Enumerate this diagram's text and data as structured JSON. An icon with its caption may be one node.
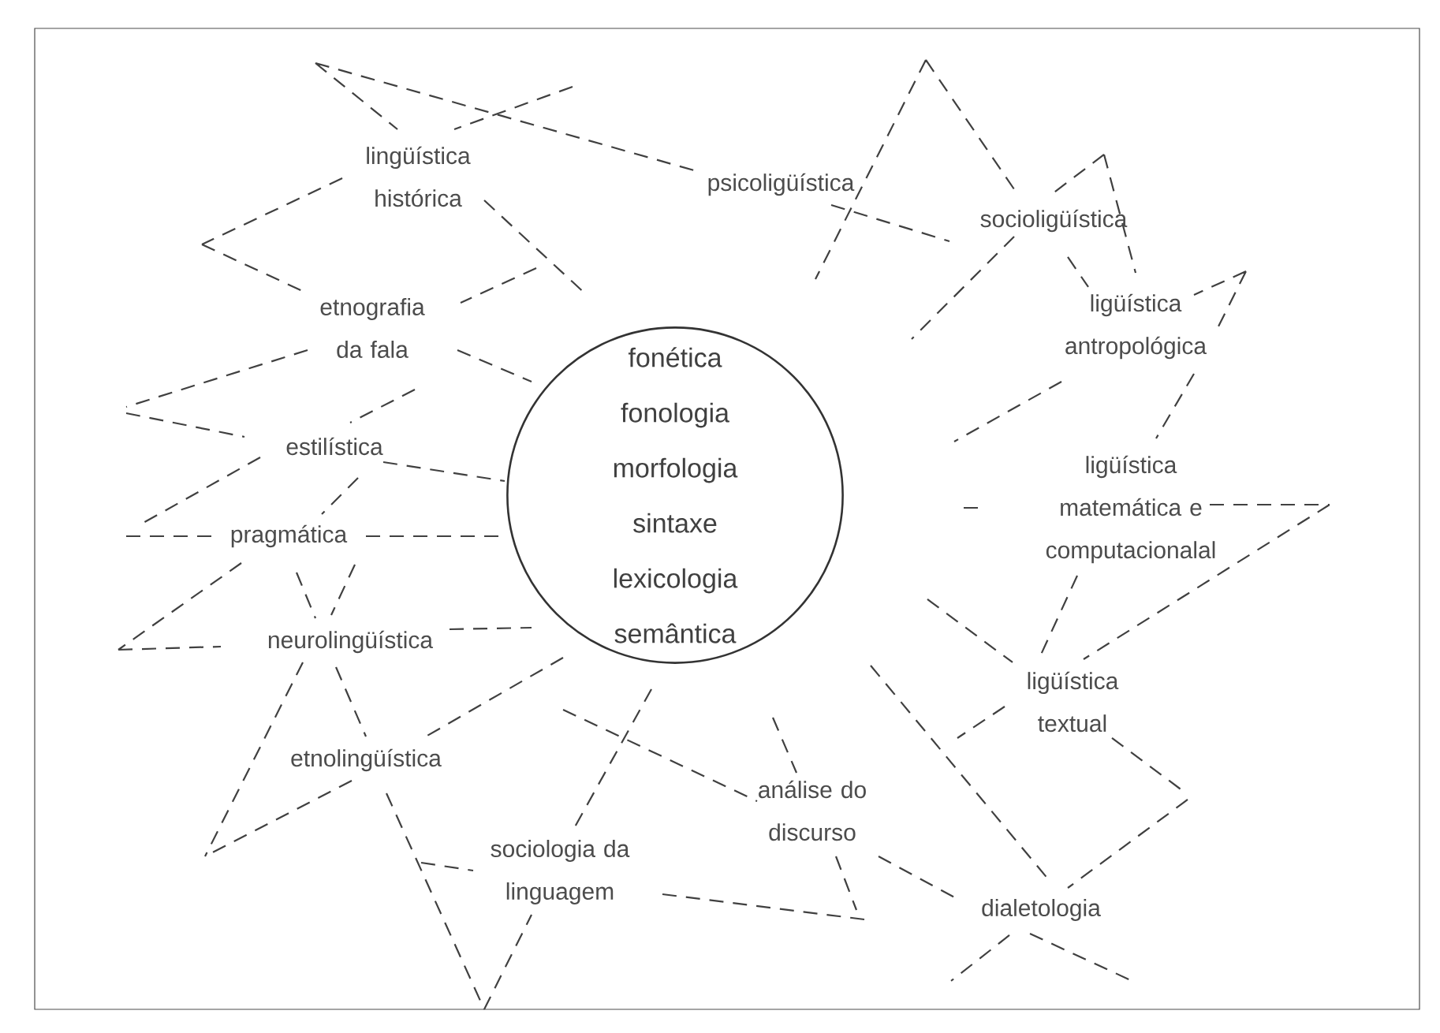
{
  "diagram": {
    "nodes": [
      {
        "text": [
          "fonética",
          "fonologia",
          "morfologia",
          "sintaxe",
          "lexicologia",
          "semântica"
        ]
      }
    ],
    "labels": [
      "lingüística histórica",
      "psicoligüística",
      "socioligüística",
      "etnografia da fala",
      "ligüística antropológica",
      "estilística",
      "ligüística matemática e computacionalal",
      "pragmática",
      "neurolingüística",
      "ligüística textual",
      "etnolingüística",
      "análise do discurso",
      "sociologia da linguagem",
      "dialetologia"
    ]
  }
}
